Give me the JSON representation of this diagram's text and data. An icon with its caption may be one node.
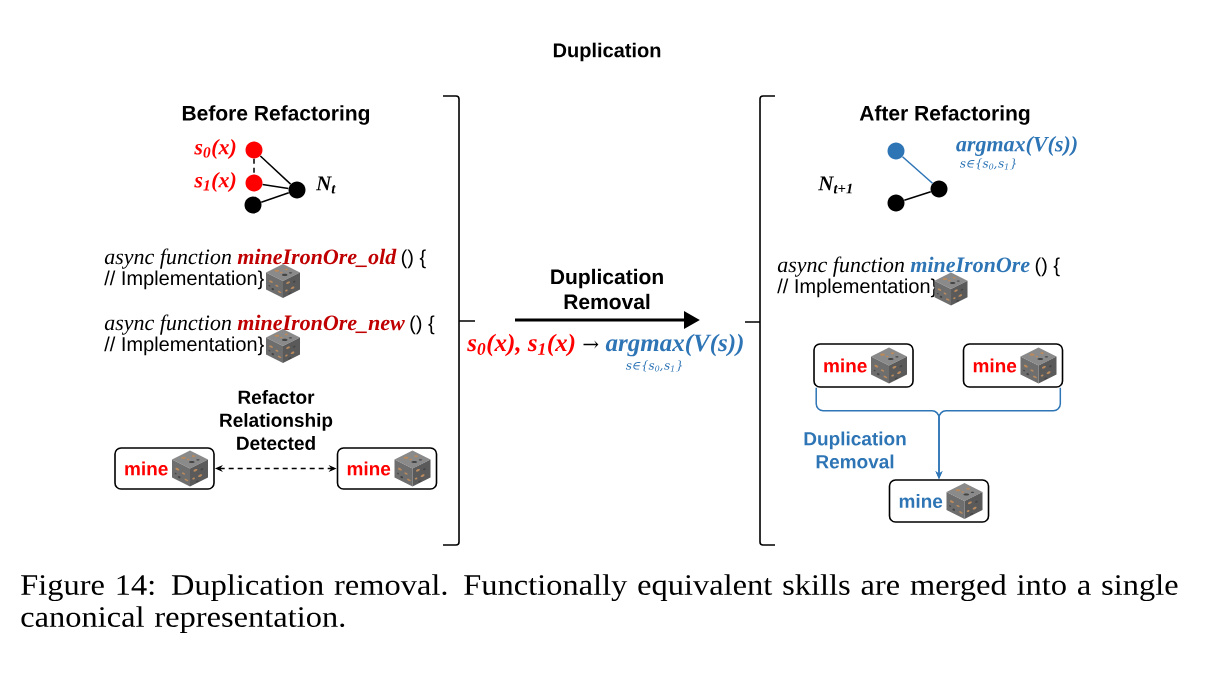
{
  "diagram": {
    "title": "Duplication",
    "caption": "Figure 14: Duplication removal. Functionally equivalent skills are merged into a single canonical representation.",
    "nodes": [
      {
        "text": [],
        "shape": "circle",
        "beside": [
          "s$_{0}$(x)"
        ]
      },
      {
        "text": [],
        "shape": "circle",
        "beside": [
          "s$_{1}$(x)"
        ]
      },
      {
        "text": [],
        "shape": "circle"
      },
      {
        "text": [],
        "shape": "circle"
      },
      {
        "text": [
          "mine"
        ]
      },
      {
        "text": [
          "mine"
        ]
      },
      {
        "text": [],
        "shape": "circle",
        "beside": [
          "argmax(V(s))",
          "s∈{s$_{0}$,s$_{1}$}"
        ]
      },
      {
        "text": [],
        "shape": "circle"
      },
      {
        "text": [],
        "shape": "circle"
      },
      {
        "text": [
          "mine"
        ]
      },
      {
        "text": [
          "mine"
        ]
      },
      {
        "text": [
          "mine"
        ]
      }
    ],
    "edges": [
      {
        "from": 0,
        "to": 1,
        "arrow": "none",
        "style": "dashed"
      },
      {
        "from": 0,
        "to": 2,
        "arrow": "none"
      },
      {
        "from": 1,
        "to": 2,
        "arrow": "none"
      },
      {
        "from": 3,
        "to": 2,
        "arrow": "none"
      },
      {
        "from": 4,
        "to": 5,
        "arrow": "both",
        "style": "dashed",
        "label": "Refactor Relationship Detected"
      },
      {
        "from": 6,
        "to": 7,
        "arrow": "none",
        "color": "#2e75b6"
      },
      {
        "from": 8,
        "to": 7,
        "arrow": "none"
      },
      {
        "from": 9,
        "to": 11,
        "arrow": "to",
        "color": "#2e75b6",
        "label": "Duplication Removal"
      },
      {
        "from": 10,
        "to": 11,
        "arrow": "to",
        "color": "#2e75b6"
      }
    ],
    "labels": [
      "Before Refactoring",
      "N$_{t}$",
      "async function",
      "mineIronOre_old",
      "() {",
      "// Implementation}",
      "async function",
      "mineIronOre_new",
      "() {",
      "// Implementation}",
      "Duplication Removal",
      "s$_{0}$(x), s$_{1}$(x)",
      "→",
      "argmax(V(s))",
      "s∈{s$_{0}$,s$_{1}$}",
      "After Refactoring",
      "N$_{t+1}$",
      "async function",
      "mineIronOre",
      "() {",
      "// Implementation}"
    ]
  }
}
